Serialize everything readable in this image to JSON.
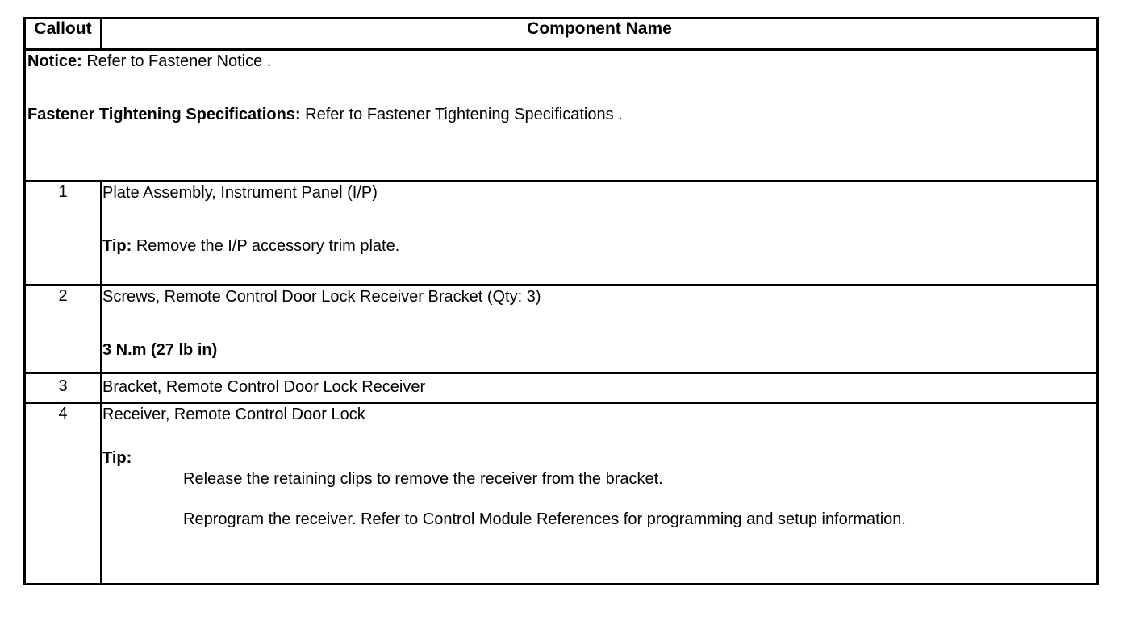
{
  "document": {
    "type": "service-manual-callout-table",
    "ink_color": "#000000",
    "page_background": "#ffffff"
  },
  "table": {
    "headers": {
      "callout": "Callout",
      "component_name": "Component Name"
    },
    "notice_block": {
      "notice_label": "Notice:",
      "notice_text": "Refer to Fastener Notice .",
      "fastener_label": "Fastener Tightening Specifications:",
      "fastener_text": "Refer to Fastener Tightening Specifications ."
    },
    "rows": [
      {
        "callout": "1",
        "title": "Plate Assembly, Instrument Panel (I/P)",
        "tip_label": "Tip:",
        "tip_text": "Remove the I/P accessory trim plate."
      },
      {
        "callout": "2",
        "title": "Screws, Remote Control Door Lock Receiver Bracket (Qty: 3)",
        "torque": "3 N.m (27 lb in)"
      },
      {
        "callout": "3",
        "title": "Bracket, Remote Control Door Lock Receiver"
      },
      {
        "callout": "4",
        "title": "Receiver, Remote Control Door Lock",
        "tip_label": "Tip:",
        "tip_items": [
          "Release the retaining clips to remove the receiver from the bracket.",
          "Reprogram the receiver. Refer to Control Module References for programming and setup information."
        ]
      }
    ]
  }
}
